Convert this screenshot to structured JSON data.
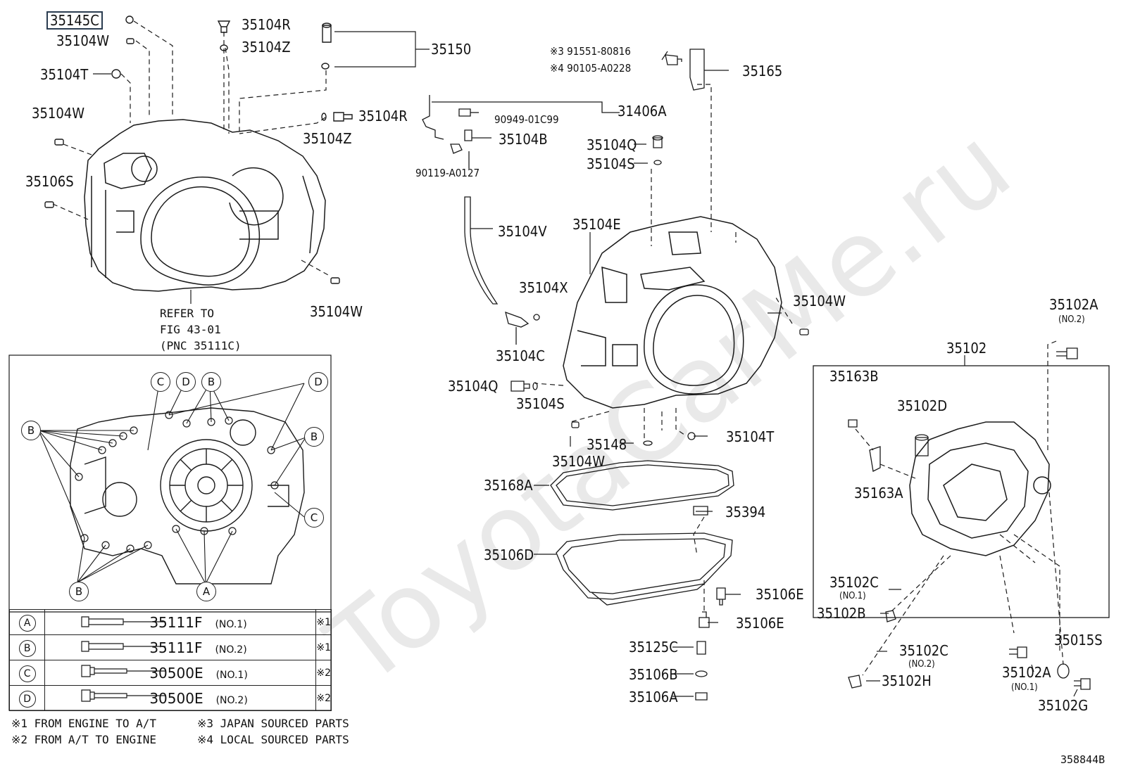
{
  "labels": {
    "p35145C": "35145C",
    "p35104W_a": "35104W",
    "p35104T_a": "35104T",
    "p35104W_b": "35104W",
    "p35106S": "35106S",
    "p35104R_a": "35104R",
    "p35104Z_a": "35104Z",
    "p35150": "35150",
    "p35104R_b": "35104R",
    "p35104Z_b": "35104Z",
    "p35104W_c": "35104W",
    "p39": "※3 91551-80816",
    "p49": "※4 90105-A0228",
    "p35165": "35165",
    "p31406A": "31406A",
    "p90949": "90949-01C99",
    "p35104B": "35104B",
    "p90119": "90119-A0127",
    "p35104Q_a": "35104Q",
    "p35104S_a": "35104S",
    "p35104V": "35104V",
    "p35104E": "35104E",
    "p35104X": "35104X",
    "p35104C": "35104C",
    "p35104Q_b": "35104Q",
    "p35104S_b": "35104S",
    "p35148": "35148",
    "p35104W_d": "35104W",
    "p35104T_b": "35104T",
    "p35104W_e": "35104W",
    "p35102A_top": "35102A",
    "p35102A_top_no": "(NO.2)",
    "p35102": "35102",
    "p35163B": "35163B",
    "p35102D": "35102D",
    "p35163A": "35163A",
    "p35168A": "35168A",
    "p35394": "35394",
    "p35106D": "35106D",
    "p35106E_a": "35106E",
    "p35106E_b": "35106E",
    "p35125C": "35125C",
    "p35106B": "35106B",
    "p35106A": "35106A",
    "p35102C_a": "35102C",
    "p35102C_a_no": "(NO.1)",
    "p35102B": "35102B",
    "p35102C_b": "35102C",
    "p35102C_b_no": "(NO.2)",
    "p35102H": "35102H",
    "p35102A_bot": "35102A",
    "p35102A_bot_no": "(NO.1)",
    "p35015S": "35015S",
    "p35102G": "35102G"
  },
  "refer": {
    "line1": "REFER TO",
    "line2": "FIG 43-01",
    "line3": "(PNC 35111C)"
  },
  "callouts": {
    "A": "A",
    "B": "B",
    "C": "C",
    "D": "D"
  },
  "bolt_table": [
    {
      "mark": "A",
      "part": "35111F",
      "no": "(NO.1)",
      "note": "※1"
    },
    {
      "mark": "B",
      "part": "35111F",
      "no": "(NO.2)",
      "note": "※1"
    },
    {
      "mark": "C",
      "part": "30500E",
      "no": "(NO.1)",
      "note": "※2"
    },
    {
      "mark": "D",
      "part": "30500E",
      "no": "(NO.2)",
      "note": "※2"
    }
  ],
  "notes": {
    "n1": "※1 FROM ENGINE TO A/T",
    "n2": "※2 FROM A/T TO ENGINE",
    "n3": "※3 JAPAN SOURCED PARTS",
    "n4": "※4 LOCAL SOURCED PARTS"
  },
  "figure_id": "358844B",
  "watermark": "ToyotaCarMe.ru"
}
